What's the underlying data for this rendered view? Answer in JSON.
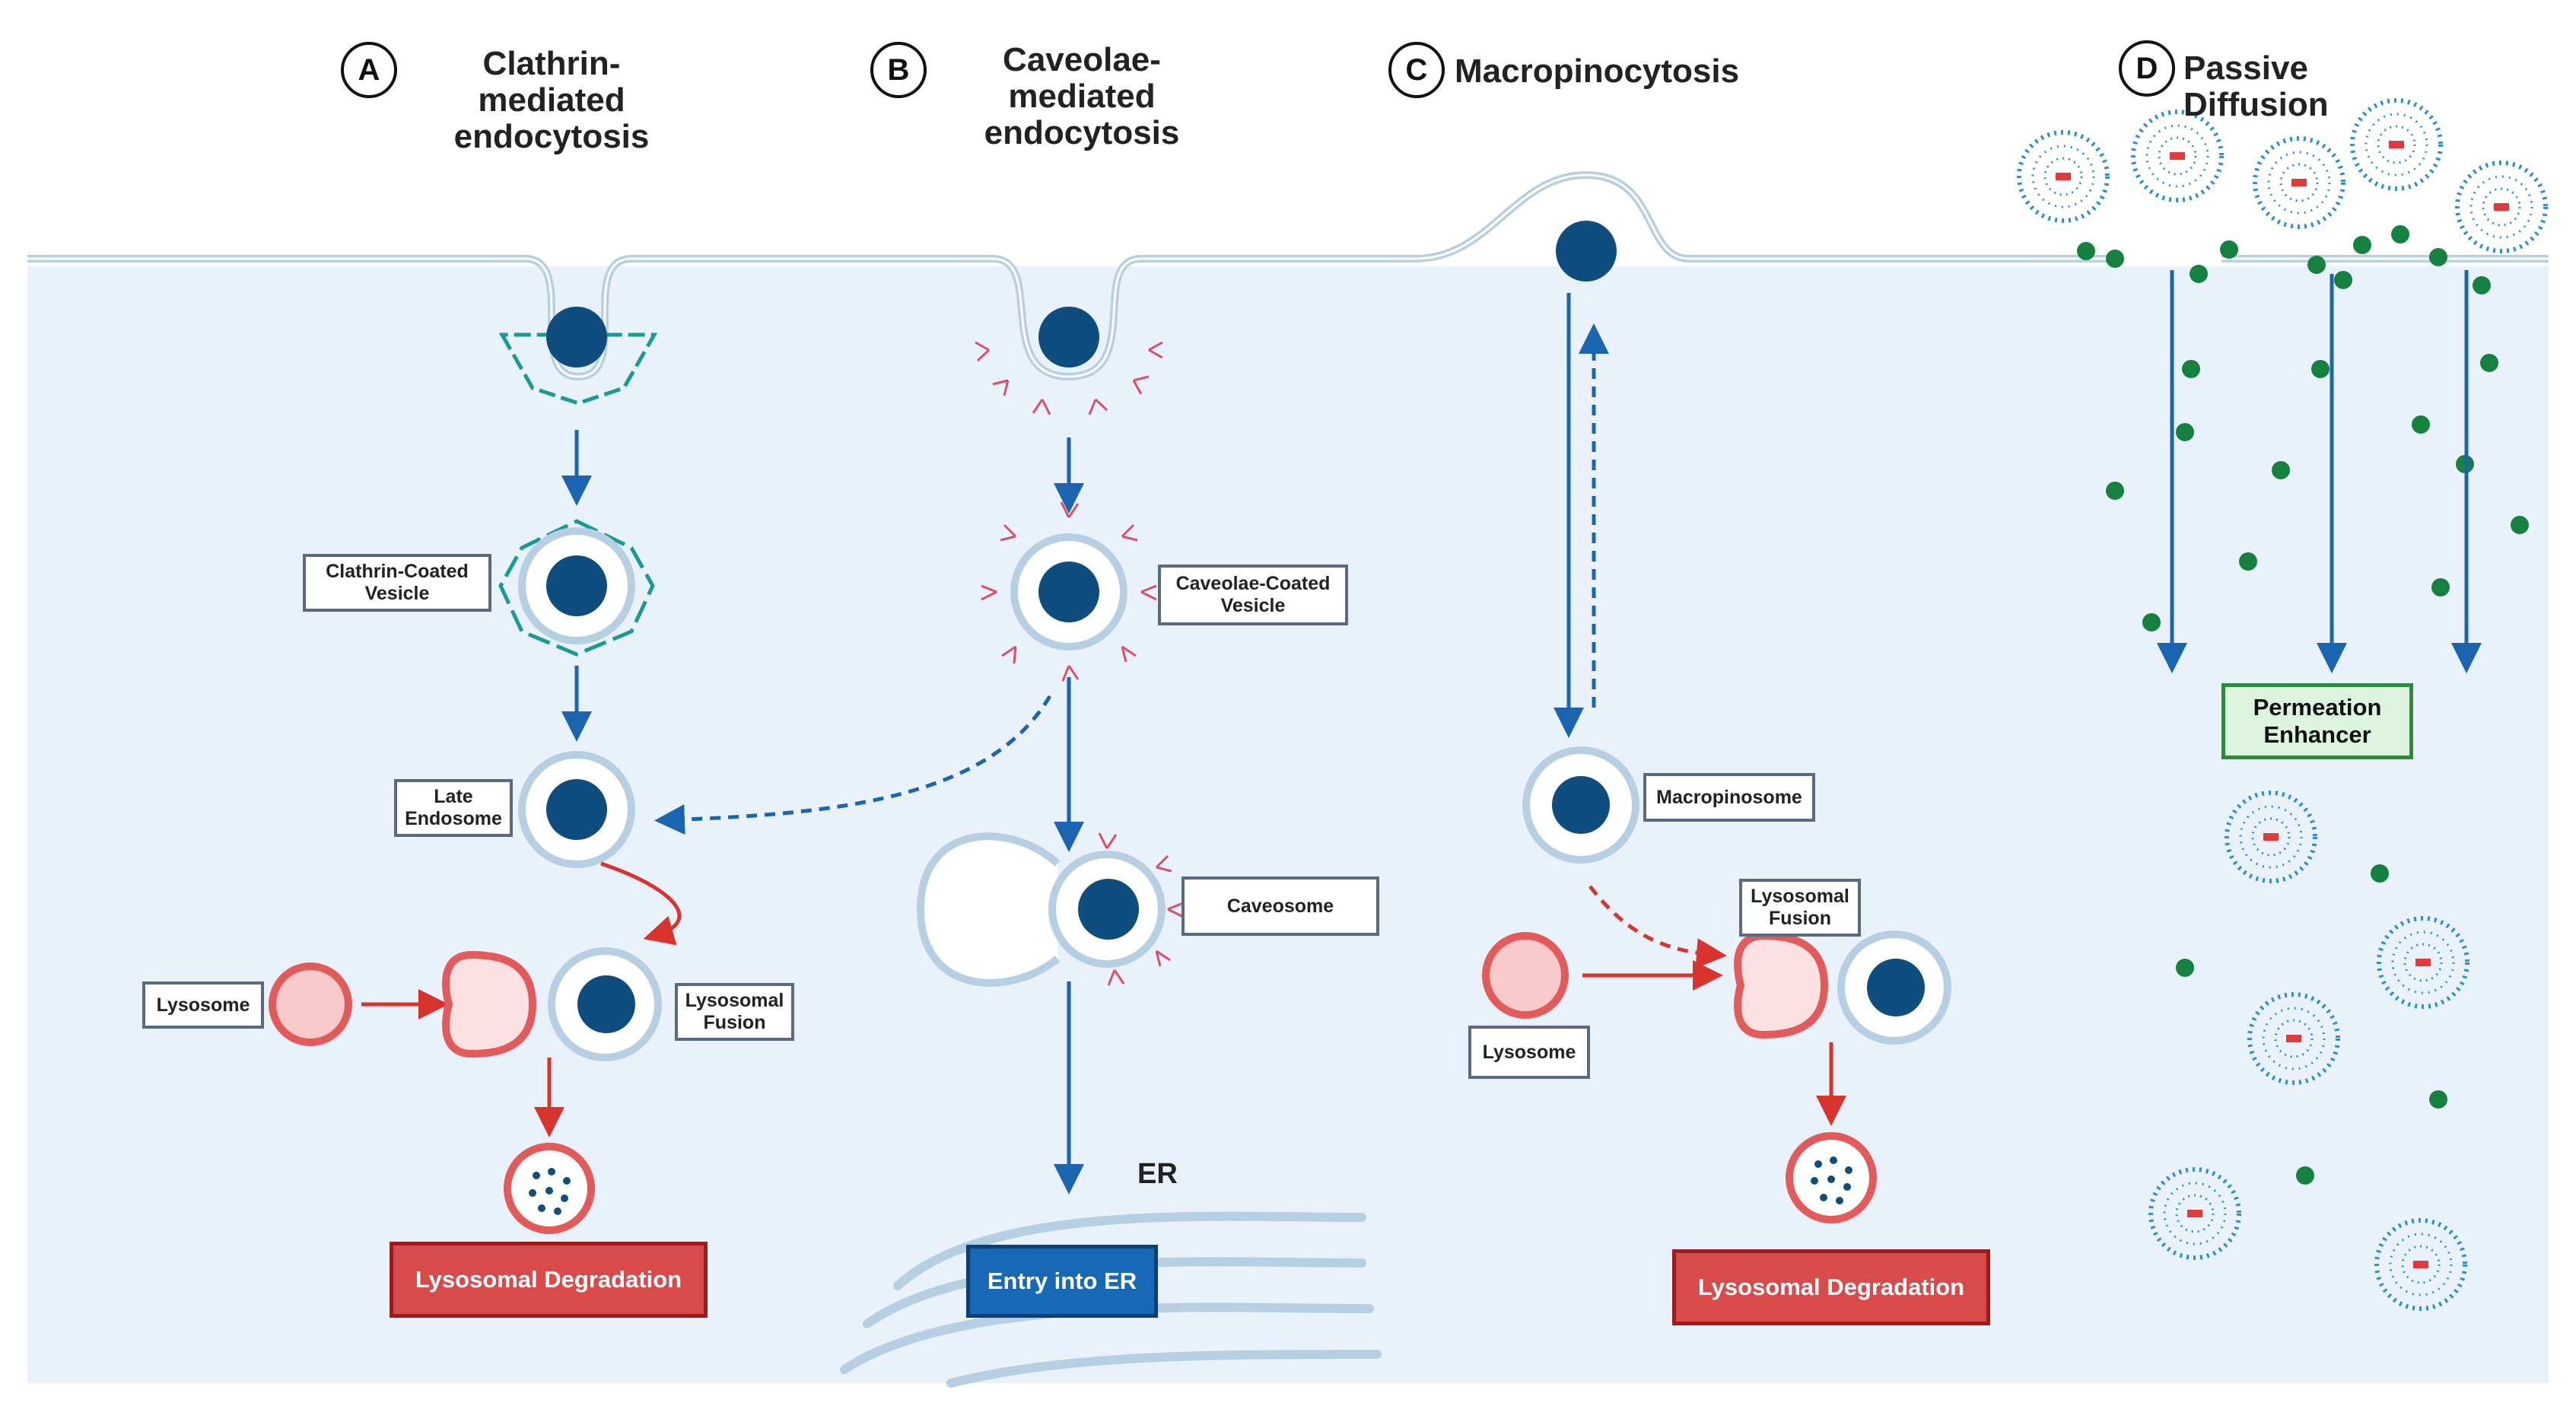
{
  "headings": {
    "a": {
      "badge": "A",
      "line1": "Clathrin-mediated",
      "line2": "endocytosis"
    },
    "b": {
      "badge": "B",
      "line1": "Caveolae-mediated",
      "line2": "endocytosis"
    },
    "c": {
      "badge": "C",
      "line1": "Macropinocytosis"
    },
    "d": {
      "badge": "D",
      "line1": "Passive Diffusion"
    }
  },
  "labels": {
    "clathrin_vesicle": {
      "line1": "Clathrin-Coated",
      "line2": "Vesicle"
    },
    "late_endosome": {
      "line1": "Late",
      "line2": "Endosome"
    },
    "lysosome_a": "Lysosome",
    "lysosomal_fusion_a": {
      "line1": "Lysosomal",
      "line2": "Fusion"
    },
    "degradation_a": "Lysosomal Degradation",
    "caveolae_vesicle": {
      "line1": "Caveolae-Coated",
      "line2": "Vesicle"
    },
    "caveosome": "Caveosome",
    "er": "ER",
    "entry_er": "Entry into ER",
    "macropinosome": "Macropinosome",
    "lysosomal_fusion_c": {
      "line1": "Lysosomal",
      "line2": "Fusion"
    },
    "lysosome_c": "Lysosome",
    "degradation_c": "Lysosomal Degradation",
    "permeation": {
      "line1": "Permeation",
      "line2": "Enhancer"
    }
  },
  "colors": {
    "cytoplasm": "#e9f2fb",
    "membrane": "#b7cfe3",
    "particle": "#0e4d7e",
    "clathrin": "#1a9a95",
    "caveolin": "#d9506a",
    "arrow_blue": "#1b65b0",
    "arrow_red": "#d8332c",
    "lysosome_fill": "#f7c9c9",
    "drug": "#15813f",
    "micelle": "#2c8fd1"
  }
}
